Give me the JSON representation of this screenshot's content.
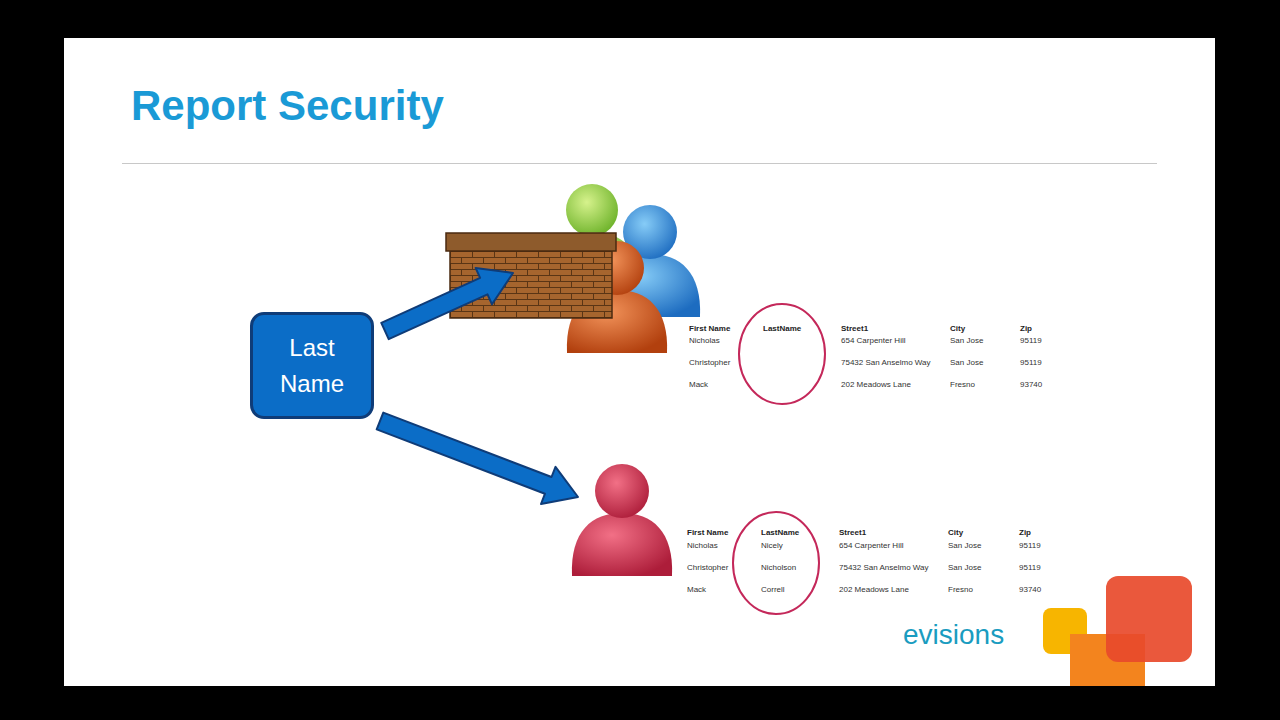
{
  "diagram": {
    "title": "Report Security",
    "nodes": [
      {
        "text": [
          "Last Name"
        ]
      }
    ],
    "labels": [
      "First Name",
      "LastName",
      "Street1",
      "City",
      "Zip",
      "Nicholas",
      "654 Carpenter Hill",
      "San Jose",
      "95119",
      "Christopher",
      "75432 San Anselmo Way",
      "San Jose",
      "95119",
      "Mack",
      "202 Meadows Lane",
      "Fresno",
      "93740",
      "First Name",
      "LastName",
      "Street1",
      "City",
      "Zip",
      "Nicholas",
      "Nicely",
      "654 Carpenter Hill",
      "San Jose",
      "95119",
      "Christopher",
      "Nicholson",
      "75432 San Anselmo Way",
      "San Jose",
      "95119",
      "Mack",
      "Correll",
      "202 Meadows Lane",
      "Fresno",
      "93740",
      "evisions"
    ]
  }
}
